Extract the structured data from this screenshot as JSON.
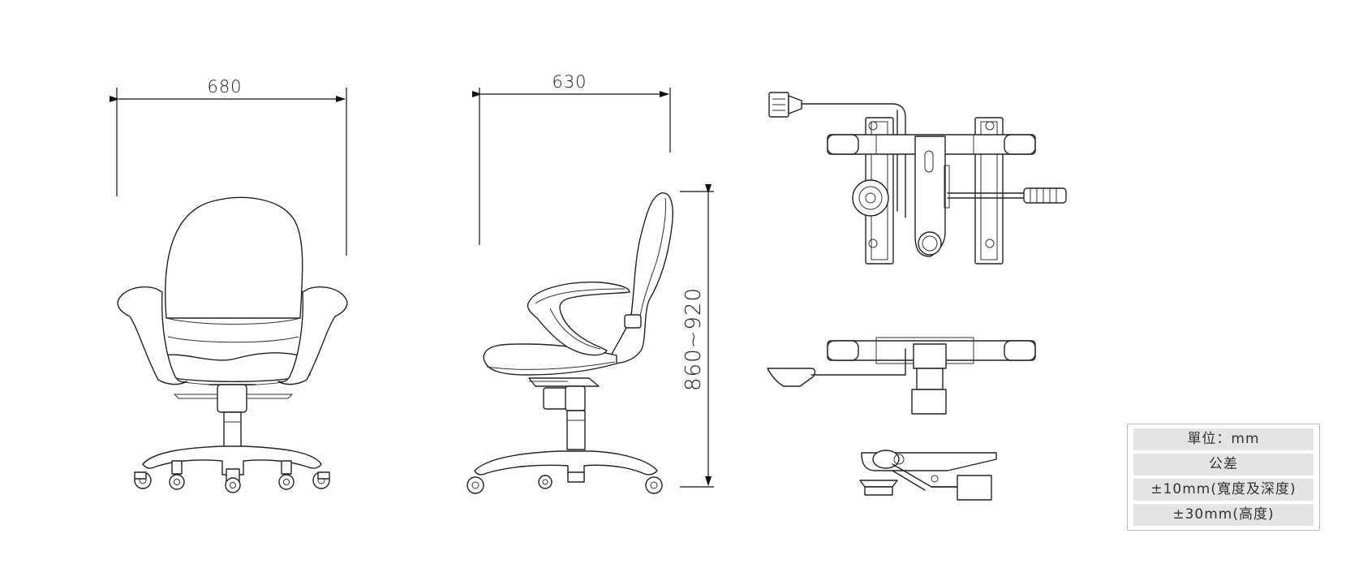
{
  "dimensions": {
    "front_width": "680",
    "side_depth": "630",
    "height_range": "860~920"
  },
  "legend": {
    "rows": [
      "單位：mm",
      "公差",
      "±10mm(寬度及深度)",
      "±30mm(高度)"
    ]
  }
}
